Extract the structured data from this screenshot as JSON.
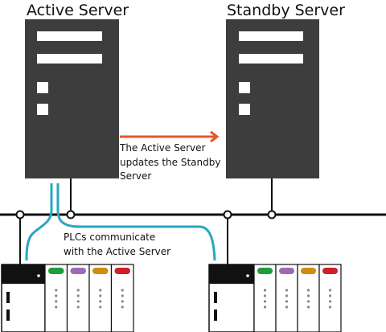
{
  "labels": {
    "active_server": "Active Server",
    "standby_server": "Standby Server",
    "update_line1": "The Active Server",
    "update_line2": "updates the Standby",
    "update_line3": "Server",
    "plc_line1": "PLCs communicate",
    "plc_line2": "with the Active Server"
  },
  "colors": {
    "server": "#3d3d3d",
    "arrow": "#e8562a",
    "link": "#2aa6c0",
    "bus": "#111111",
    "module_green": "#1e9e3a",
    "module_purple": "#9b6bb8",
    "module_orange": "#d48a12",
    "module_red": "#cf1f2b"
  },
  "plc_module_colors": [
    "module_green",
    "module_purple",
    "module_orange",
    "module_red"
  ]
}
